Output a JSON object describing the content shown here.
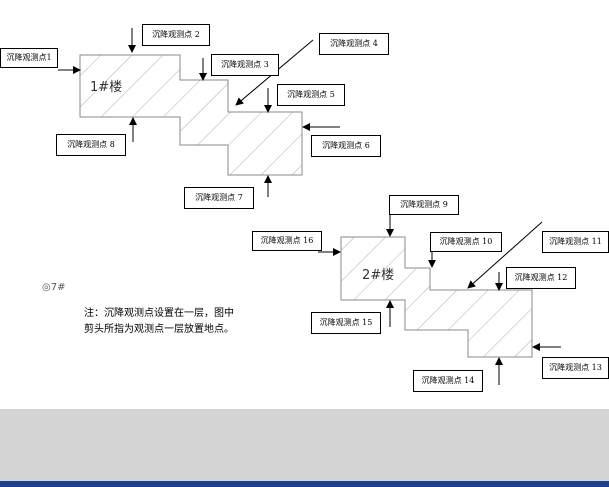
{
  "labels": {
    "p1": "沉降观测点1",
    "p2": "沉降观测点 2",
    "p3": "沉降观测点 3",
    "p4": "沉降观测点 4",
    "p5": "沉降观测点 5",
    "p6": "沉降观测点 6",
    "p7": "沉降观测点 7",
    "p8": "沉降观测点 8",
    "p9": "沉降观测点 9",
    "p10": "沉降观测点 10",
    "p11": "沉降观测点 11",
    "p12": "沉降观测点 12",
    "p13": "沉降观测点 13",
    "p14": "沉降观测点 14",
    "p15": "沉降观测点 15",
    "p16": "沉降观测点 16"
  },
  "buildings": {
    "b1": "1#楼",
    "b2": "2#楼"
  },
  "marker": "◎7#",
  "note": {
    "line1": "注：沉降观测点设置在一层，图中",
    "line2": "剪头所指为观测点一层放置地点。"
  },
  "colors": {
    "page": "#ffffff",
    "background": "#d4d4d4",
    "outline": "#8a8a8a",
    "hatch": "#9a9a9a",
    "arrow": "#000000",
    "statusbar": "#1e3f8a"
  }
}
